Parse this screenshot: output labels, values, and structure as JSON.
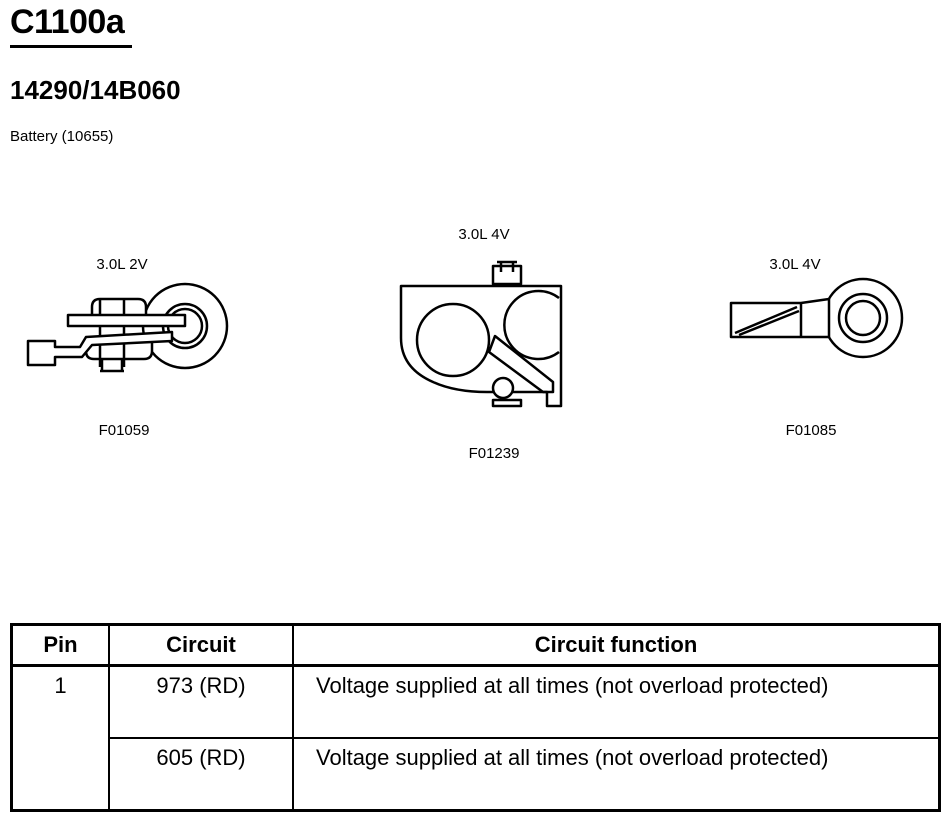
{
  "header": {
    "connector_id": "C1100a",
    "part_number": "14290/14B060",
    "component": "Battery (10655)"
  },
  "connectors": [
    {
      "variant": "3.0L 2V",
      "figure_code": "F01059",
      "icon": "battery-terminal-clamp-icon"
    },
    {
      "variant": "3.0L 4V",
      "figure_code": "F01239",
      "icon": "battery-terminal-junction-block-icon"
    },
    {
      "variant": "3.0L 4V",
      "figure_code": "F01085",
      "icon": "battery-ring-terminal-icon"
    }
  ],
  "pin_table": {
    "headers": {
      "pin": "Pin",
      "circuit": "Circuit",
      "function": "Circuit function"
    },
    "rows": [
      {
        "pin": "1",
        "circuits": [
          {
            "circuit": "973 (RD)",
            "function": "Voltage supplied at all times (not overload protected)"
          },
          {
            "circuit": "605 (RD)",
            "function": "Voltage supplied at all times (not overload protected)"
          }
        ]
      }
    ]
  }
}
